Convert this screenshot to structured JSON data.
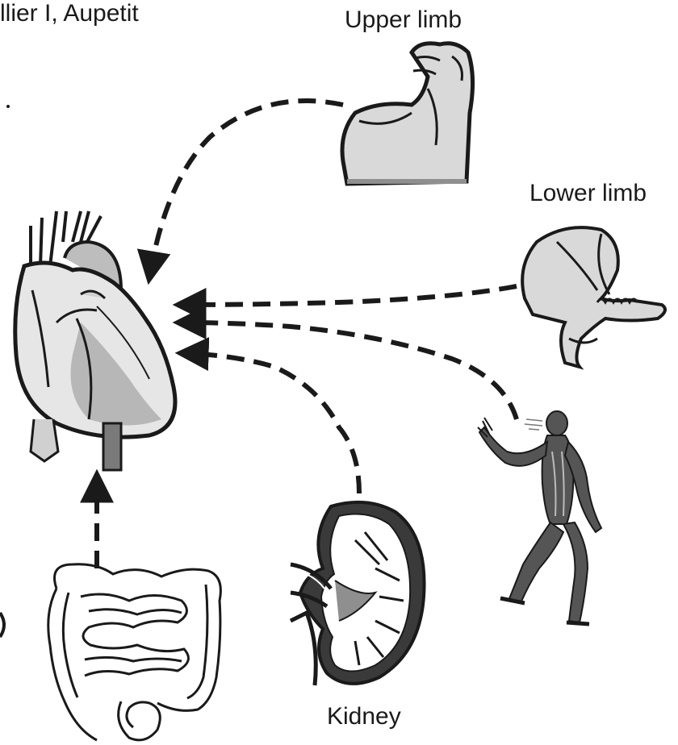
{
  "header": {
    "text": "llier I, Aupetit"
  },
  "labels": {
    "upper_limb": "Upper limb",
    "lower_limb": "Lower limb",
    "kidney": "Kidney"
  },
  "colors": {
    "ink": "#1a1a1a",
    "shade": "#8f8f8f",
    "light_shade": "#d9d9d9"
  },
  "icons": [
    "heart-icon",
    "arm-icon",
    "leg-icon",
    "human-figure-icon",
    "kidney-icon",
    "intestine-icon"
  ]
}
